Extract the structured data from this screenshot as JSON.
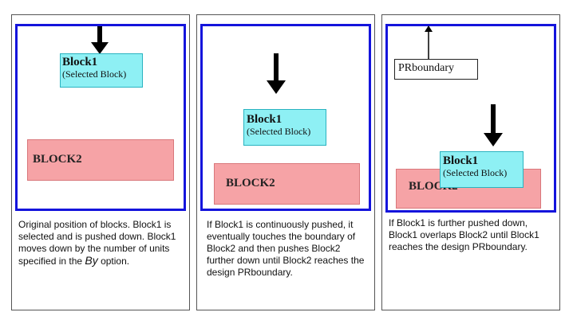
{
  "panels": [
    {
      "block1_title": "Block1",
      "block1_subtitle": "(Selected Block)",
      "block2_label": "BLOCK2",
      "caption_before": "Original position of blocks. Block1 is selected and is pushed down. Block1 moves down by the number of units specified in the ",
      "caption_em": "By",
      "caption_after": " option."
    },
    {
      "block1_title": "Block1",
      "block1_subtitle": "(Selected Block)",
      "block2_label": "BLOCK2",
      "caption": "If Block1 is continuously pushed, it eventually touches the boundary of Block2 and then pushes Block2 further down until Block2 reaches the design PRboundary."
    },
    {
      "block1_title": "Block1",
      "block1_subtitle": "(Selected Block)",
      "block2_label": "BLOCK2",
      "prboundary_label": "PRboundary",
      "caption": "If Block1 is further pushed down, Block1 overlaps Block2 until Block1 reaches the design PRboundary."
    }
  ],
  "colors": {
    "boundary": "#1414dc",
    "block1_fill": "#8ef0f4",
    "block2_fill": "#f6a3a6"
  }
}
